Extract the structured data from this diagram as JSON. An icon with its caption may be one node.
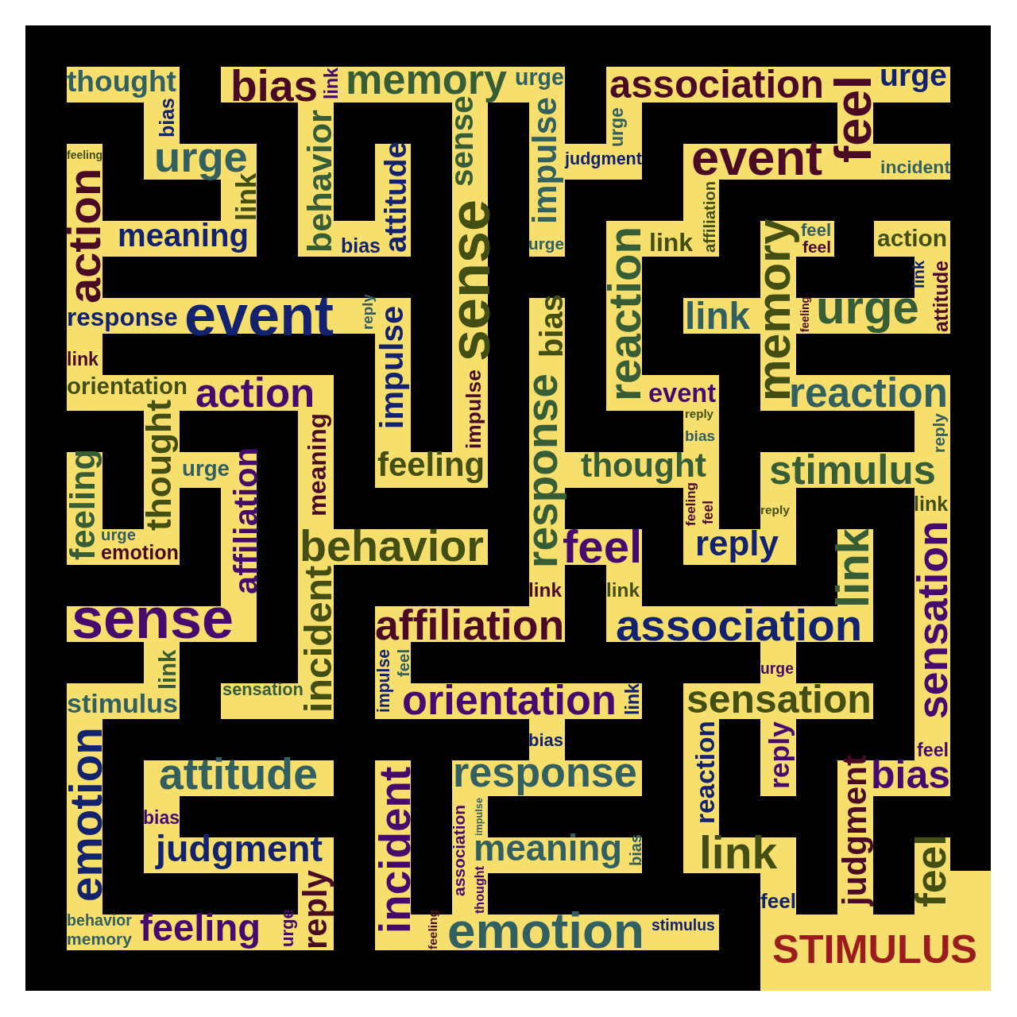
{
  "diagram": {
    "labels": [
      "thought",
      "bias",
      "link",
      "memory",
      "urge",
      "association",
      "feel",
      "urge",
      "bias",
      "sense",
      "impulse",
      "urge",
      "feeling",
      "urge",
      "behavior",
      "attitude",
      "judgment",
      "event",
      "incident",
      "action",
      "link",
      "affiliation",
      "meaning",
      "bias",
      "urge",
      "link",
      "reaction",
      "memory",
      "feel",
      "feel",
      "action",
      "sense",
      "response",
      "event",
      "reply",
      "impulse",
      "bias",
      "link",
      "feeling",
      "urge",
      "link",
      "attitude",
      "link",
      "orientation",
      "action",
      "event",
      "reaction",
      "reply",
      "reply",
      "bias",
      "thought",
      "impulse",
      "meaning",
      "feeling",
      "response",
      "thought",
      "stimulus",
      "feeling",
      "urge",
      "affiliation",
      "feeling",
      "feel",
      "reply",
      "link",
      "urge",
      "emotion",
      "behavior",
      "feel",
      "reply",
      "sensation",
      "link",
      "incident",
      "link",
      "link",
      "sense",
      "affiliation",
      "association",
      "link",
      "impulse",
      "feel",
      "urge",
      "stimulus",
      "sensation",
      "orientation",
      "link",
      "sensation",
      "bias",
      "emotion",
      "attitude",
      "response",
      "incident",
      "reaction",
      "reply",
      "feel",
      "bias",
      "judgment",
      "bias",
      "impulse",
      "association",
      "judgment",
      "meaning",
      "bias",
      "link",
      "feel",
      "thought",
      "reply",
      "feel",
      "behavior",
      "memory",
      "feeling",
      "urge",
      "feeling",
      "emotion",
      "stimulus",
      "STIMULUS"
    ]
  }
}
